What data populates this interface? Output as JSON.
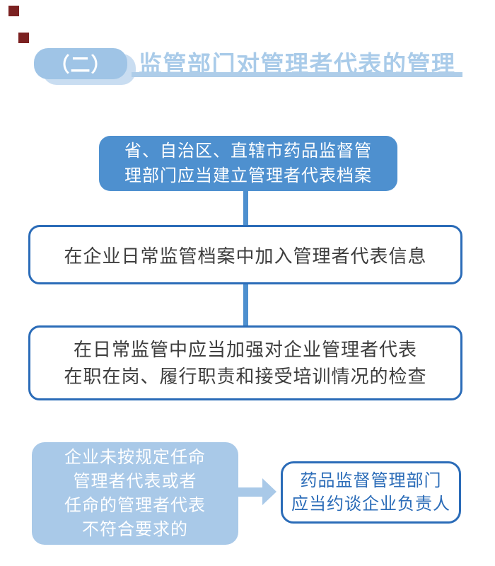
{
  "page": {
    "background": "#ffffff",
    "accent_light_blue": "#a9c9e8",
    "accent_medium_blue": "#4e90cf",
    "accent_border_blue": "#2b6cb8",
    "text_dark": "#3d3d3d",
    "decor_red": "#7b2121"
  },
  "header": {
    "badge_label": "（二）",
    "title": "监管部门对管理者代表的管理",
    "title_color": "#a9cbe9",
    "badge_fill": "#9fc4e6",
    "badge_shadow_fill": "#c9ddf1",
    "underline_color": "#aecde9"
  },
  "flow": {
    "box1": {
      "lines": [
        "省、自治区、直辖市药品监督管",
        "理部门应当建立管理者代表档案"
      ],
      "fill": "#4e90cf",
      "text_color": "#ffffff"
    },
    "box2": {
      "text": "在企业日常监管档案中加入管理者代表信息",
      "border_color": "#2b6cb8",
      "text_color": "#3d3d3d"
    },
    "box3": {
      "lines": [
        "在日常监管中应当加强对企业管理者代表",
        "在职在岗、履行职责和接受培训情况的检查"
      ],
      "border_color": "#2b6cb8",
      "text_color": "#3d3d3d"
    },
    "box4": {
      "lines": [
        "企业未按规定任命",
        "管理者代表或者",
        "任命的管理者代表",
        "不符合要求的"
      ],
      "fill": "#a9c9e8",
      "text_color": "#ffffff"
    },
    "box5": {
      "lines": [
        "药品监督管理部门",
        "应当约谈企业负责人"
      ],
      "border_color": "#2b6cb8",
      "text_color": "#2b6cb8"
    },
    "connector_color": "#4e90cf",
    "arrow_color": "#a9c9e8"
  }
}
